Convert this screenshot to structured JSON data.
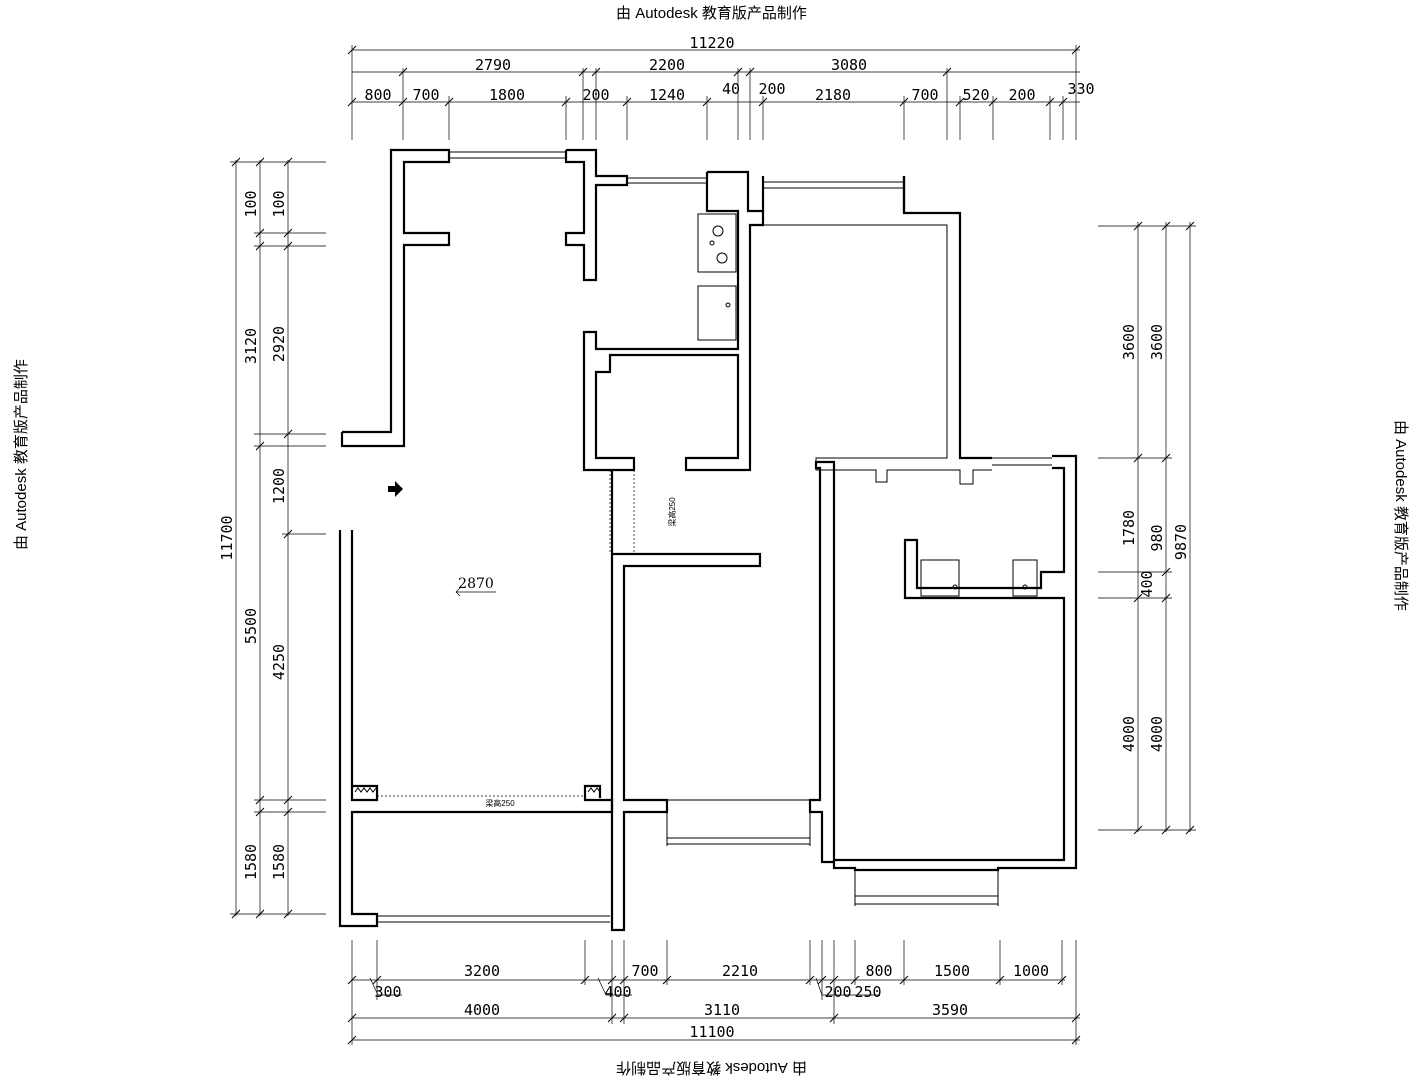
{
  "watermark": "由 Autodesk 教育版产品制作",
  "top_dims": {
    "total": "11220",
    "sections": [
      "2790",
      "2200",
      "3080"
    ],
    "segments": [
      "800",
      "700",
      "1800",
      "200",
      "1240",
      "40",
      "200",
      "2180",
      "700",
      "520",
      "200",
      "330"
    ]
  },
  "bottom_dims": {
    "total": "11100",
    "sections": [
      "4000",
      "3110",
      "3590"
    ],
    "segments": [
      "3200",
      "700",
      "2210",
      "800",
      "1500",
      "1000"
    ],
    "offsets": [
      "300",
      "400",
      "200",
      "250"
    ]
  },
  "left_dims": {
    "total": "11700",
    "outer": [
      "100",
      "3120",
      "5500",
      "1580"
    ],
    "inner": [
      "100",
      "2920",
      "1200",
      "4250",
      "1580"
    ]
  },
  "right_dims": {
    "total": "9870",
    "outer": [
      "3600",
      "1780",
      "4000"
    ],
    "inner": [
      "3600",
      "980",
      "400",
      "4000"
    ]
  },
  "labels": {
    "living_height": "2870",
    "beam_vertical": "梁高250",
    "beam_horizontal": "梁高250"
  }
}
